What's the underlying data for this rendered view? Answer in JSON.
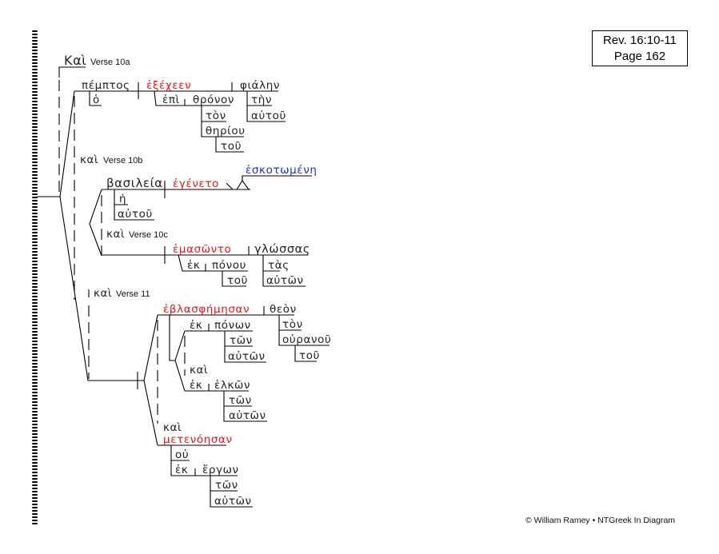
{
  "header": {
    "reference": "Rev. 16:10-11",
    "page": "Page 162"
  },
  "footer": "© William Ramey • NTGreek In Diagram",
  "colors": {
    "verb": "#e8141e",
    "participle": "#1a2fd0",
    "text": "#222222"
  },
  "verse10a": {
    "conj": "Καὶ",
    "label": "Verse 10a",
    "subject": "πέμπτος",
    "article": "ὁ",
    "verb": "ἐξέχεεν",
    "object": "φιάλην",
    "object_article": "τὴν",
    "object_possessive": "αὐτοῦ",
    "prep": "ἐπὶ",
    "prep_object": "θρόνον",
    "prep_article": "τὸν",
    "genitive": "θηρίου",
    "genitive_article": "τοῦ"
  },
  "verse10b": {
    "conj": "καὶ",
    "label": "Verse 10b",
    "subject": "βασιλεία",
    "article": "ἡ",
    "possessive": "αὐτοῦ",
    "verb": "ἐγένετο",
    "predicate": "ἐσκοτωμένη"
  },
  "verse10c": {
    "conj": "καὶ",
    "label": "Verse 10c",
    "verb": "ἐμασῶντο",
    "object": "γλώσσας",
    "object_article": "τὰς",
    "object_possessive": "αὐτῶν",
    "prep": "ἐκ",
    "prep_object": "πόνου",
    "prep_article": "τοῦ"
  },
  "verse11": {
    "conj": "καὶ",
    "label": "Verse 11",
    "verb1": "ἐβλασφήμησαν",
    "object": "θεὸν",
    "object_article": "τὸν",
    "genitive": "οὐρανοῦ",
    "genitive_article": "τοῦ",
    "prep1": "ἐκ",
    "prep1_object": "πόνων",
    "prep1_article": "τῶν",
    "prep1_possessive": "αὐτῶν",
    "inner_conj": "καὶ",
    "prep2": "ἐκ",
    "prep2_object": "ἑλκῶν",
    "prep2_article": "τῶν",
    "prep2_possessive": "αὐτῶν",
    "conj2": "καὶ",
    "verb2": "μετενόησαν",
    "negation": "οὐ",
    "prep3": "ἐκ",
    "prep3_object": "ἔργων",
    "prep3_article": "τῶν",
    "prep3_possessive": "αὐτῶν"
  }
}
